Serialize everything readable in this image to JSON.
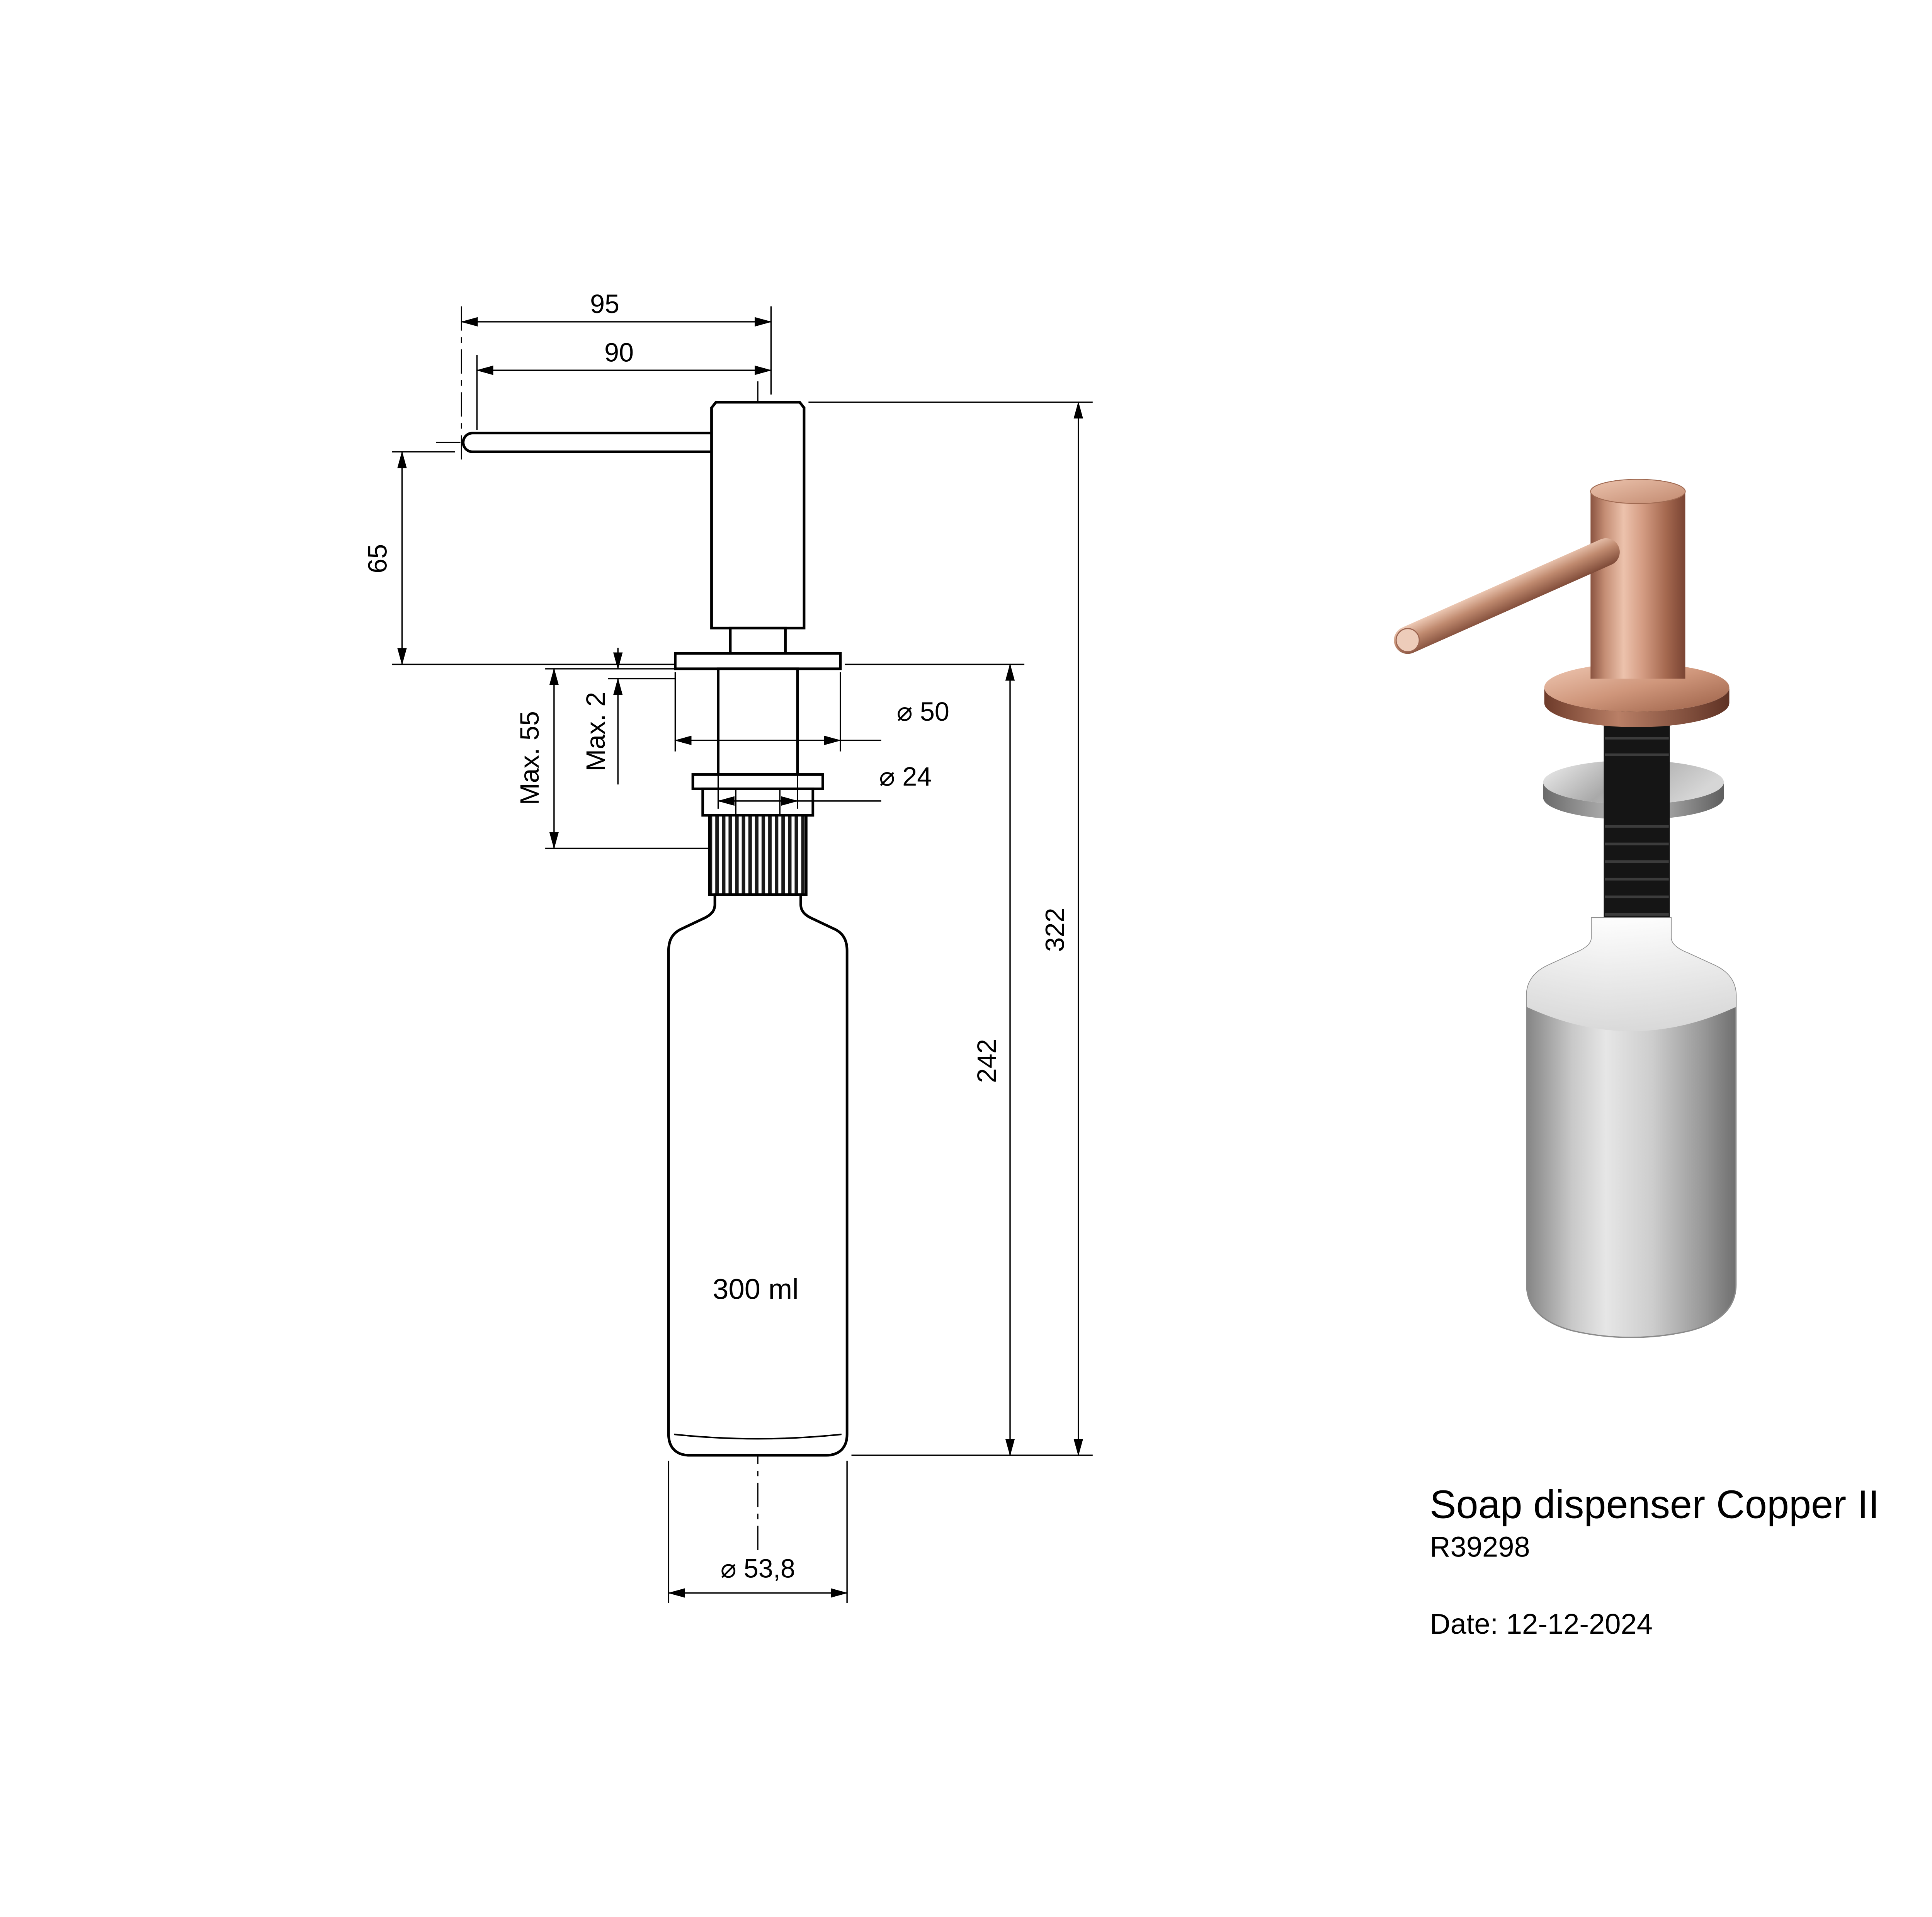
{
  "title_block": {
    "product_name": "Soap dispenser Copper II",
    "article_number": "R39298",
    "date": "Date: 12-12-2024"
  },
  "orthographic_view": {
    "dimensions": {
      "spout_overall_reach": "95",
      "spout_reach": "90",
      "spout_height": "65",
      "max_counter_thickness": "Max. 55",
      "max_gap": "Max. 2",
      "flange_diameter": "⌀ 50",
      "shaft_diameter": "⌀ 24",
      "overall_height": "322",
      "under_counter_depth": "242",
      "bottle_volume": "300 ml",
      "bottle_diameter": "⌀ 53,8"
    }
  },
  "iso_view": {
    "colors": {
      "copper": "#c48d74",
      "copper_light": "#ecc2ac",
      "copper_dark": "#7a4433",
      "chrome": "#c9c9c9",
      "thread_black": "#151515",
      "bottle_gray": "#c9c9c9"
    }
  }
}
